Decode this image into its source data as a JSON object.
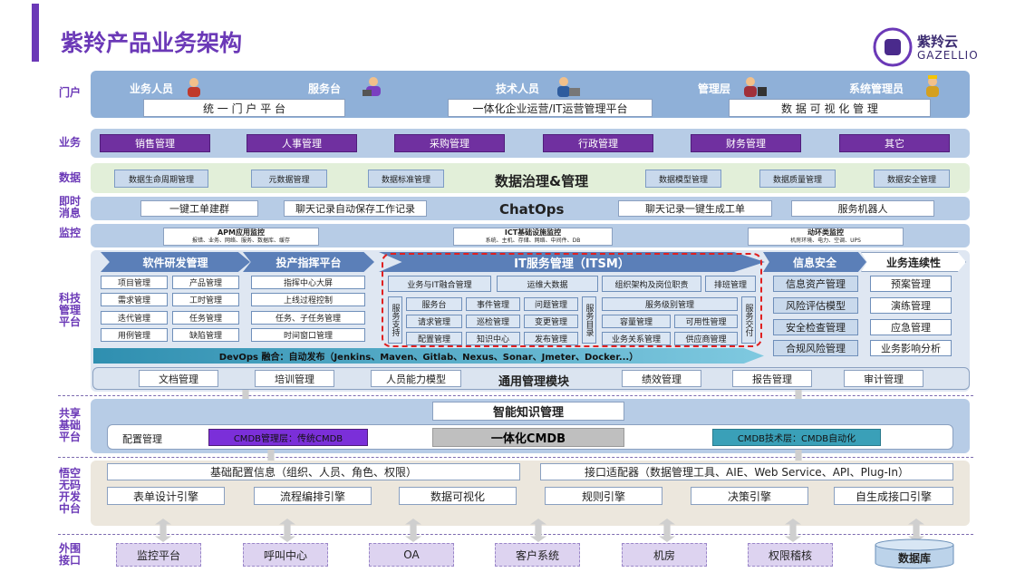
{
  "title": "紫羚产品业务架构",
  "logo": {
    "cn": "紫羚云",
    "en": "GAZELLIO",
    "icon": "gazellio-logo-icon"
  },
  "rows": {
    "portal": "门户",
    "business": "业务",
    "data": "数据",
    "im": "即时消息",
    "monitor": "监控",
    "platform": "科技管理平台",
    "shared": "共享基础平台",
    "lowcode": "悟空无码开发中台",
    "external": "外围接口"
  },
  "portal": {
    "roles": [
      "业务人员",
      "服务台",
      "技术人员",
      "管理层",
      "系统管理员"
    ],
    "boxes": [
      "统 一 门 户 平 台",
      "一体化企业运营/IT运营管理平台",
      "数 据 可 视 化 管 理"
    ]
  },
  "business": [
    "销售管理",
    "人事管理",
    "采购管理",
    "行政管理",
    "财务管理",
    "其它"
  ],
  "data": {
    "items": [
      "数据生命周期管理",
      "元数据管理",
      "数据标准管理",
      "数据模型管理",
      "数据质量管理",
      "数据安全管理"
    ],
    "center": "数据治理&管理"
  },
  "im": {
    "items": [
      "一键工单建群",
      "聊天记录自动保存工作记录",
      "聊天记录一键生成工单",
      "服务机器人"
    ],
    "center": "ChatOps"
  },
  "monitor": [
    {
      "title": "APM应用监控",
      "sub": "报错、业务、网络、服务、数据库、缓存"
    },
    {
      "title": "ICT基础设施监控",
      "sub": "系统、主机、存储、网络、中间件、DB"
    },
    {
      "title": "动环类监控",
      "sub": "机房环境、电力、空调、UPS"
    }
  ],
  "platform": {
    "software": {
      "title": "软件研发管理",
      "items": [
        "项目管理",
        "产品管理",
        "需求管理",
        "工时管理",
        "迭代管理",
        "任务管理",
        "用例管理",
        "缺陷管理"
      ]
    },
    "ops": {
      "title": "投产指挥平台",
      "items": [
        "指挥中心大屏",
        "上线过程控制",
        "任务、子任务管理",
        "时间窗口管理"
      ]
    },
    "itsm": {
      "title": "IT服务管理（ITSM）",
      "top": [
        "业务与IT融合管理",
        "运维大数据",
        "组织架构及岗位职责",
        "排班管理"
      ],
      "support": "服务支持",
      "grid": [
        "服务台",
        "事件管理",
        "问题管理",
        "请求管理",
        "巡检管理",
        "变更管理",
        "配置管理",
        "知识中心",
        "发布管理"
      ],
      "catalog": "服务目录",
      "sla": "服务级别管理",
      "sla_items": [
        "容量管理",
        "可用性管理",
        "业务关系管理",
        "供应商管理"
      ],
      "delivery": "服务交付"
    },
    "security": {
      "title": "信息安全",
      "items": [
        "信息资产管理",
        "风险评估模型",
        "安全检查管理",
        "合规风险管理"
      ]
    },
    "continuity": {
      "title": "业务连续性",
      "items": [
        "预案管理",
        "演练管理",
        "应急管理",
        "业务影响分析"
      ]
    },
    "devops": "DevOps 融合：自动发布（Jenkins、Maven、Gitlab、Nexus、Sonar、Jmeter、Docker...）",
    "common": {
      "items": [
        "文档管理",
        "培训管理",
        "人员能力模型",
        "绩效管理",
        "报告管理",
        "审计管理"
      ],
      "center": "通用管理模块"
    }
  },
  "shared": {
    "knowledge": "智能知识管理",
    "config": "配置管理",
    "cmdb_mgmt": "CMDB管理层：传统CMDB",
    "cmdb": "一体化CMDB",
    "cmdb_tech": "CMDB技术层：CMDB自动化"
  },
  "lowcode": {
    "base": "基础配置信息（组织、人员、角色、权限）",
    "adapter": "接口适配器（数据管理工具、AIE、Web Service、API、Plug-In）",
    "engines": [
      "表单设计引擎",
      "流程编排引擎",
      "数据可视化",
      "规则引擎",
      "决策引擎",
      "自生成接口引擎"
    ]
  },
  "external": [
    "监控平台",
    "呼叫中心",
    "OA",
    "客户系统",
    "机房",
    "权限稽核",
    "数据库"
  ],
  "colors": {
    "accent": "#6b39b7",
    "band": "#b7cce6",
    "purple": "#7030a0",
    "red_dash": "#e02020"
  }
}
